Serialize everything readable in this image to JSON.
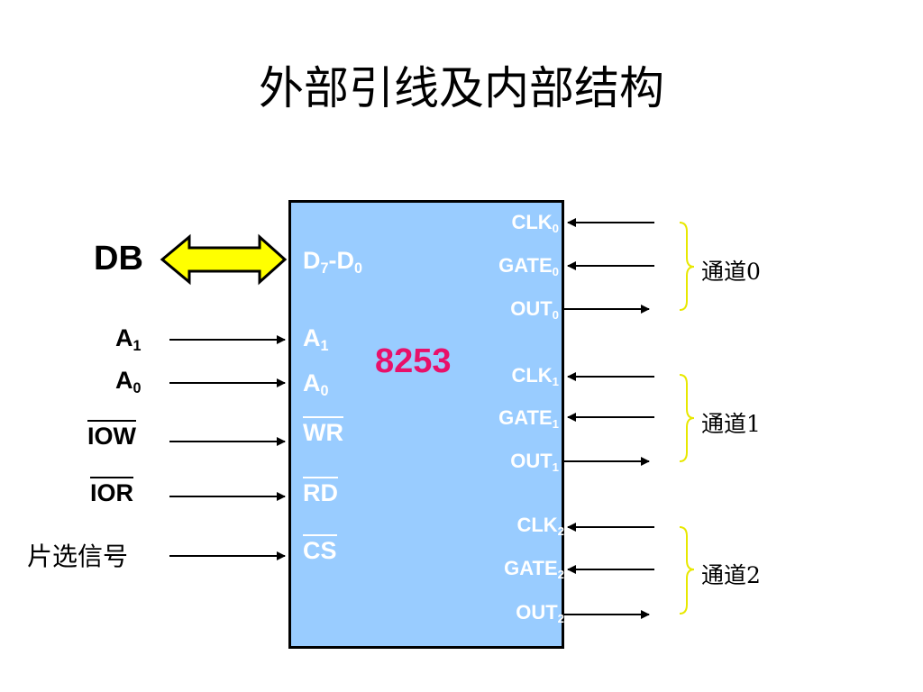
{
  "title": "外部引线及内部结构",
  "chip_name": "8253",
  "colors": {
    "chip_fill": "#99ccff",
    "chip_name": "#e8106a",
    "bus_arrow": "#ffff00",
    "brace": "#e8e800"
  },
  "left_external": {
    "db": "DB",
    "a1": {
      "base": "A",
      "sub": "1"
    },
    "a0": {
      "base": "A",
      "sub": "0"
    },
    "iow": "IOW",
    "ior": "IOR",
    "cs": "片选信号"
  },
  "left_pins": {
    "d": {
      "a": "D",
      "a_sub": "7",
      "mid": "-D",
      "b_sub": "0"
    },
    "a1": {
      "base": "A",
      "sub": "1"
    },
    "a0": {
      "base": "A",
      "sub": "0"
    },
    "wr": "WR",
    "rd": "RD",
    "cs": "CS"
  },
  "right_pins": [
    {
      "clk": "CLK",
      "gate": "GATE",
      "out": "OUT",
      "sub": "0",
      "group": "通道0"
    },
    {
      "clk": "CLK",
      "gate": "GATE",
      "out": "OUT",
      "sub": "1",
      "group": "通道1"
    },
    {
      "clk": "CLK",
      "gate": "GATE",
      "out": "OUT",
      "sub": "2",
      "group": "通道2"
    }
  ]
}
